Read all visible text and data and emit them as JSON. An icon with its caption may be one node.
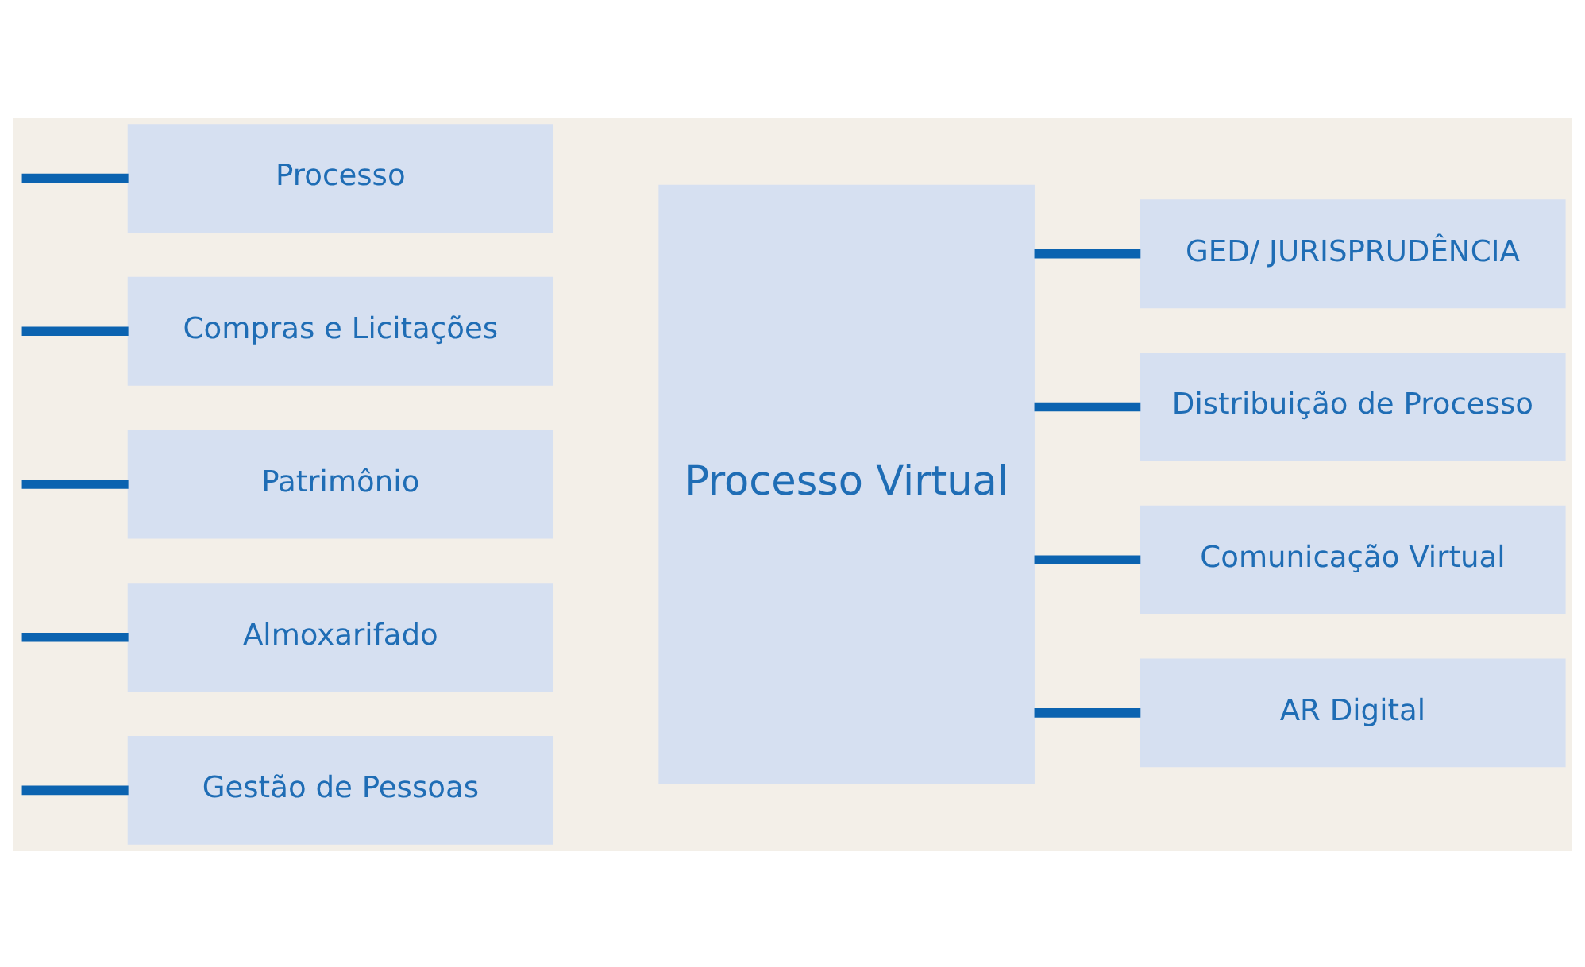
{
  "diagram": {
    "nodes": [
      {
        "text": [
          "Gestão de Pessoas"
        ]
      },
      {
        "text": [
          "Almoxarifado"
        ]
      },
      {
        "text": [
          "Patrimônio"
        ]
      },
      {
        "text": [
          "Compras e Licitações"
        ]
      },
      {
        "text": [
          "Processo"
        ]
      },
      {
        "text": [
          "Processo Virtual"
        ]
      },
      {
        "text": [
          "GED/ JURISPRUDÊNCIA"
        ]
      },
      {
        "text": [
          "Distribuição de Processo"
        ]
      },
      {
        "text": [
          "Comunicação Virtual"
        ]
      },
      {
        "text": [
          "AR Digital"
        ]
      }
    ],
    "edges": [
      {
        "from": null,
        "to": 0,
        "arrow": "none"
      },
      {
        "from": null,
        "to": 1,
        "arrow": "none"
      },
      {
        "from": null,
        "to": 2,
        "arrow": "none"
      },
      {
        "from": null,
        "to": 3,
        "arrow": "none"
      },
      {
        "from": null,
        "to": 4,
        "arrow": "none"
      },
      {
        "from": 5,
        "to": 6,
        "arrow": "none"
      },
      {
        "from": 5,
        "to": 7,
        "arrow": "none"
      },
      {
        "from": 5,
        "to": 8,
        "arrow": "none"
      },
      {
        "from": 5,
        "to": 9,
        "arrow": "none"
      }
    ]
  }
}
